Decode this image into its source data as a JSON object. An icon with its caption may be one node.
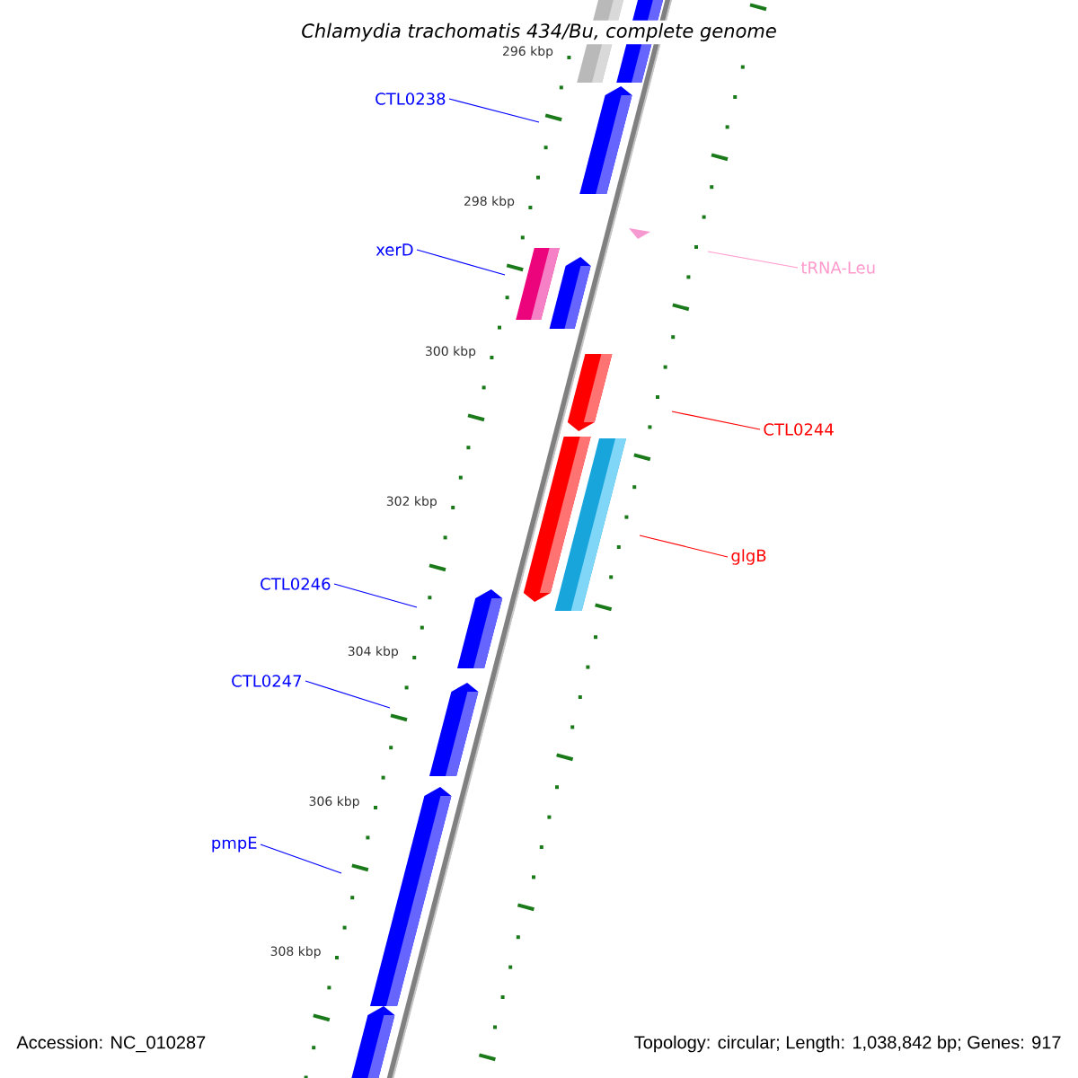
{
  "diagram": {
    "title": "*Chlamydia trachomatis* 434/Bu, complete genome",
    "nodes": [
      {
        "text": [
          "CTL0238"
        ]
      },
      {
        "text": [
          "xerD"
        ]
      },
      {
        "text": [
          "tRNA-Leu"
        ]
      },
      {
        "text": [
          "CTL0244"
        ]
      },
      {
        "text": [
          "glgB"
        ]
      },
      {
        "text": [
          "CTL0246"
        ]
      },
      {
        "text": [
          "CTL0247"
        ]
      },
      {
        "text": [
          "pmpE"
        ]
      }
    ],
    "edges": [
      {
        "from": 0,
        "to": null,
        "arrow": "none"
      },
      {
        "from": 1,
        "to": null,
        "arrow": "none"
      },
      {
        "from": 2,
        "to": null,
        "arrow": "none",
        "color": "#ff99cc"
      },
      {
        "from": 3,
        "to": null,
        "arrow": "none",
        "color": "#ff0000"
      },
      {
        "from": 4,
        "to": null,
        "arrow": "none",
        "color": "#ff0000"
      },
      {
        "from": 5,
        "to": null,
        "arrow": "none"
      },
      {
        "from": 6,
        "to": null,
        "arrow": "none"
      },
      {
        "from": 7,
        "to": null,
        "arrow": "none"
      }
    ],
    "labels": [
      "296 kbp",
      "298 kbp",
      "300 kbp",
      "302 kbp",
      "304 kbp",
      "306 kbp",
      "308 kbp",
      "Accession: NC_010287",
      "Topology: circular; Length: 1,038,842 bp; Genes: 917"
    ]
  }
}
